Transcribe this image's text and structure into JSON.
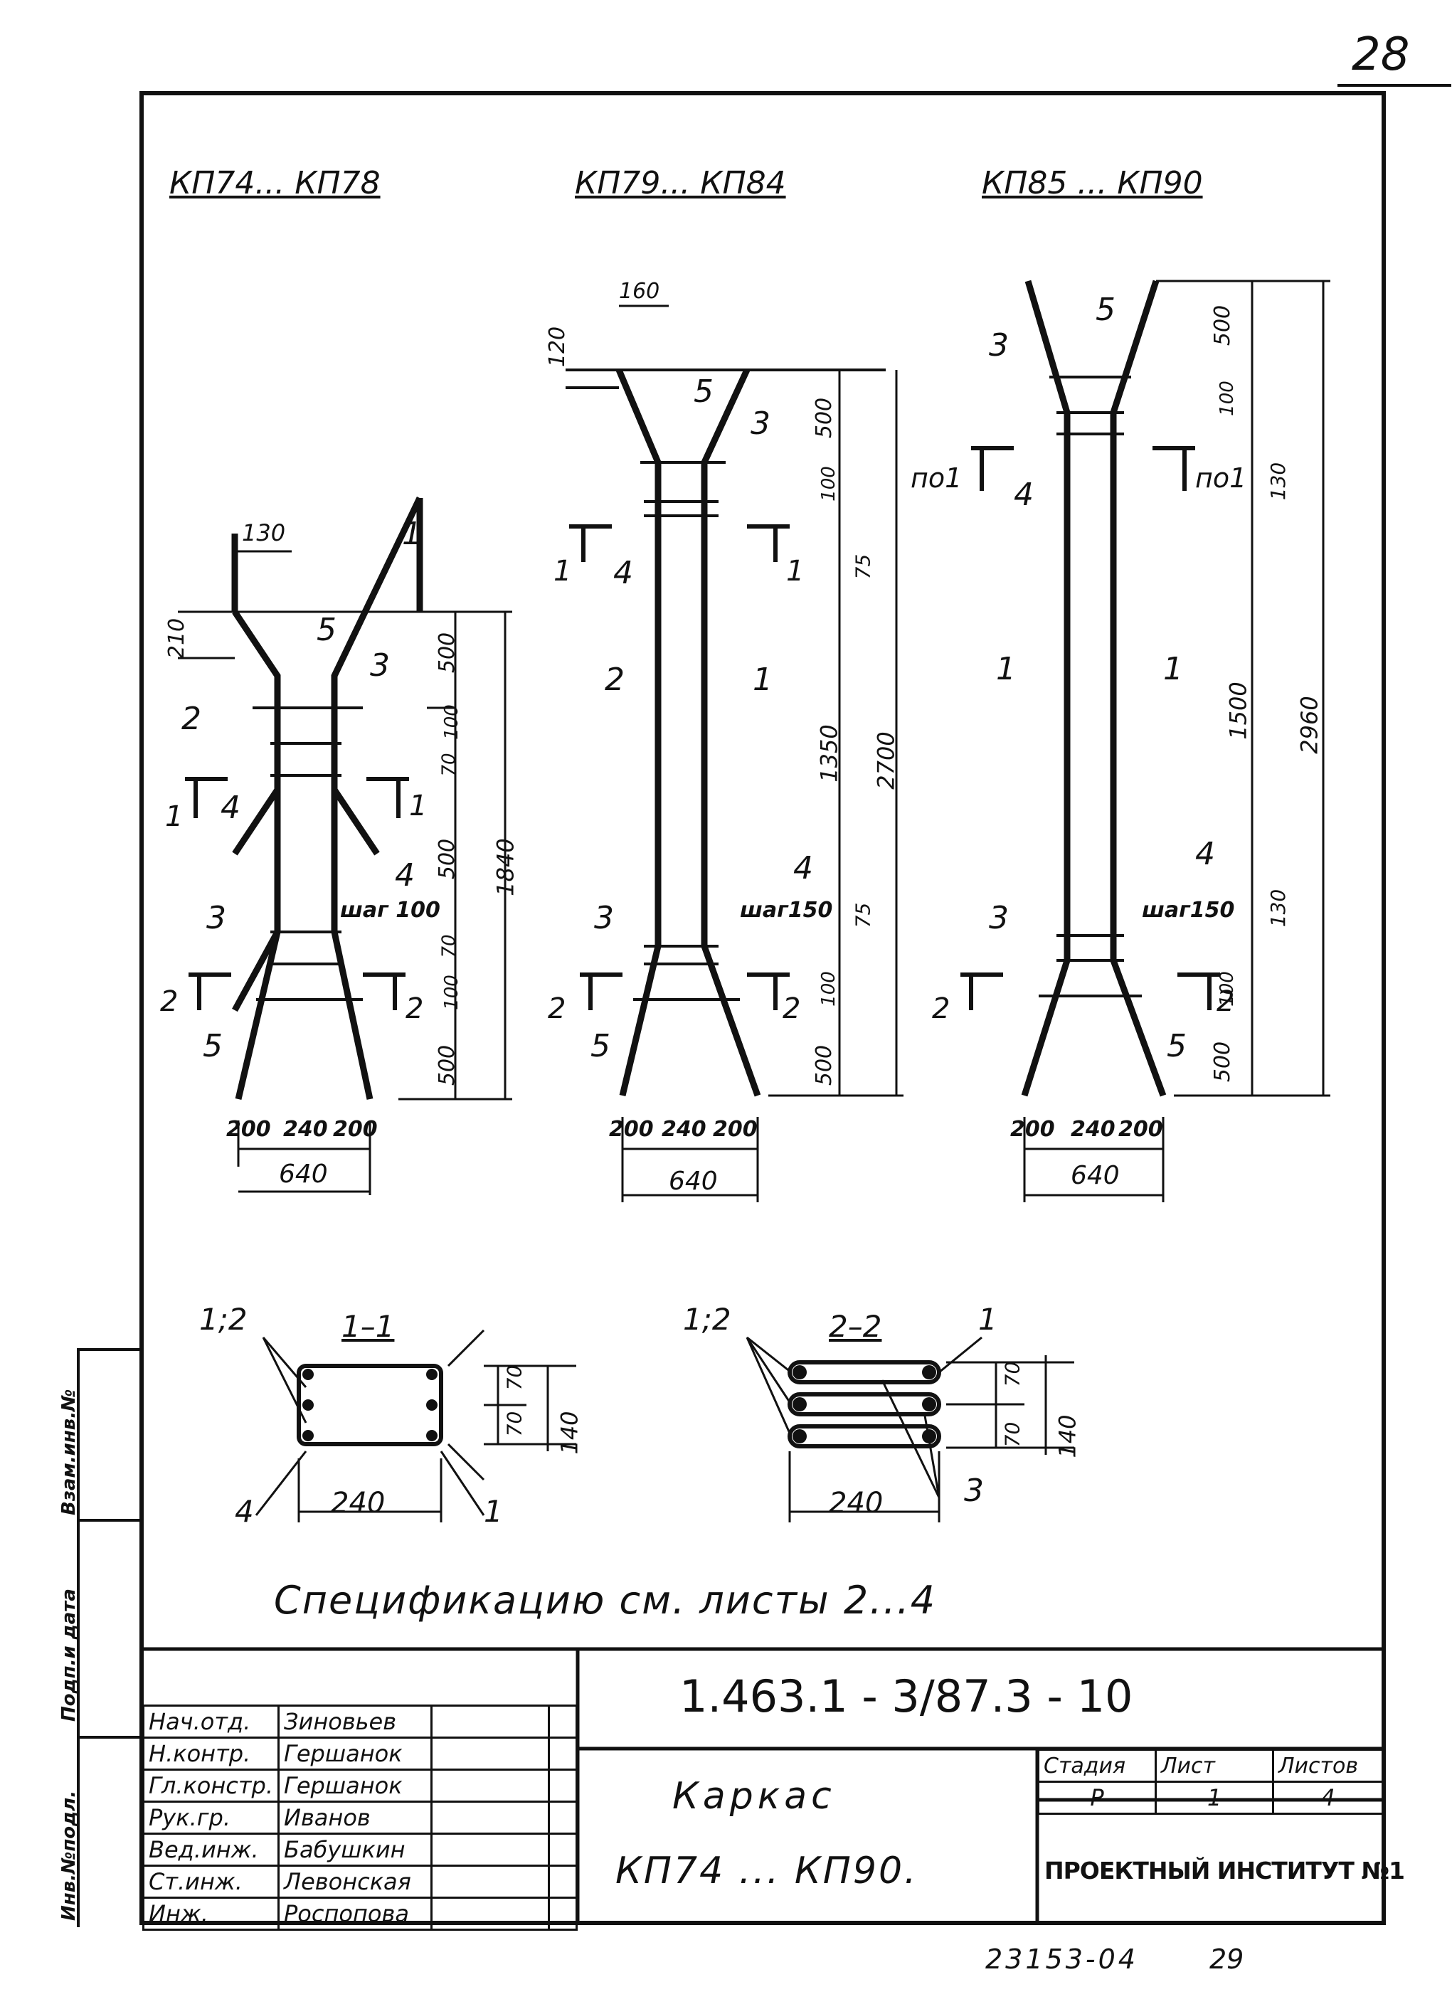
{
  "page_number": "28",
  "groups": [
    {
      "title": "КП74... КП78",
      "dims_top": [
        "130",
        "210"
      ],
      "dims_right": [
        "500",
        "100",
        "70",
        "500",
        "70",
        "100",
        "500"
      ],
      "total": "1840",
      "step": "шаг 100",
      "dims_bottom": [
        "200",
        "240",
        "200"
      ],
      "overall": "640"
    },
    {
      "title": "КП79... КП84",
      "dims_top": [
        "160",
        "120"
      ],
      "dims_right": [
        "500",
        "100",
        "75",
        "1350",
        "75",
        "100",
        "500"
      ],
      "total": "2700",
      "step": "шаг150",
      "dims_bottom": [
        "200",
        "240",
        "200"
      ],
      "overall": "640"
    },
    {
      "title": "КП85 ... КП90",
      "dims_top": [],
      "dims_right": [
        "500",
        "100",
        "130",
        "1500",
        "130",
        "100",
        "500"
      ],
      "total": "2960",
      "step": "шаг150",
      "dims_bottom": [
        "200",
        "240",
        "200"
      ],
      "overall": "640"
    }
  ],
  "position_labels": [
    "1",
    "2",
    "3",
    "4",
    "5"
  ],
  "section_marks": {
    "cut1": "1",
    "cut2": "2",
    "cut_po1": "по1"
  },
  "sections": [
    {
      "title": "1–1",
      "label_top": "1;2",
      "label_bottom_left": "4",
      "label_bottom_right": "1",
      "width": "240",
      "dims": [
        "70",
        "70",
        "140"
      ]
    },
    {
      "title": "2–2",
      "label_top": "1;2",
      "label_right": "1",
      "label_bottom": "3",
      "width": "240",
      "dims": [
        "70",
        "70",
        "140"
      ]
    }
  ],
  "spec_note": "Спецификацию см. листы 2...4",
  "side_labels": {
    "vzam": "Взам.инв.№",
    "podp": "Подп.и дата",
    "inv": "Инв.№подл."
  },
  "title_block": {
    "doc_code": "1.463.1 - 3/87.3 - 10",
    "roles": [
      {
        "role": "Нач.отд.",
        "name": "Зиновьев"
      },
      {
        "role": "Н.контр.",
        "name": "Гершанок"
      },
      {
        "role": "Гл.констр.",
        "name": "Гершанок"
      },
      {
        "role": "Рук.гр.",
        "name": "Иванов"
      },
      {
        "role": "Вед.инж.",
        "name": "Бабушкин"
      },
      {
        "role": "Ст.инж.",
        "name": "Левонская"
      },
      {
        "role": "Инж.",
        "name": "Роспопова"
      }
    ],
    "name_line1": "Каркас",
    "name_line2": "КП74 ... КП90.",
    "stage_header": "Стадия",
    "sheet_header": "Лист",
    "sheets_header": "Листов",
    "stage": "Р",
    "sheet": "1",
    "sheets": "4",
    "org": "ПРОЕКТНЫЙ ИНСТИТУТ №1"
  },
  "footer_code": "23153-04",
  "footer_num": "29"
}
